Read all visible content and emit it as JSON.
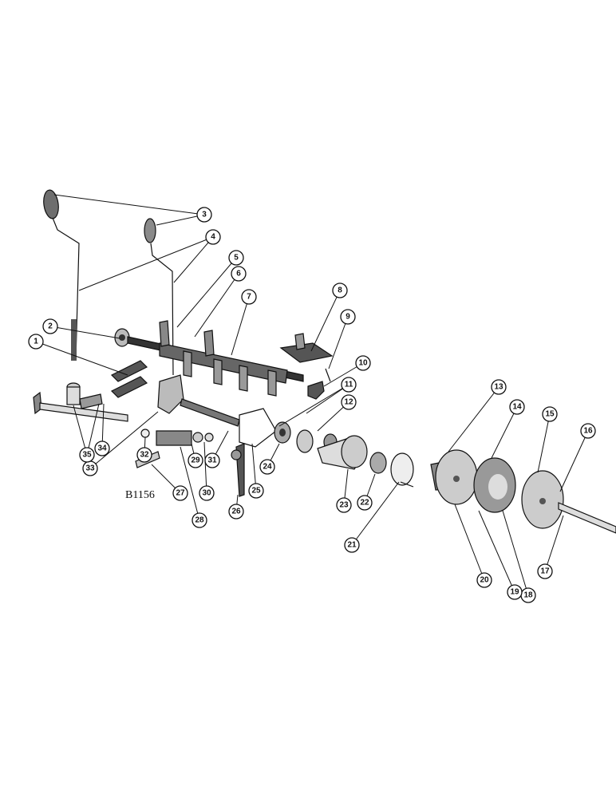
{
  "figure_code": "B1156",
  "callouts": [
    {
      "id": "1"
    },
    {
      "id": "2"
    },
    {
      "id": "3"
    },
    {
      "id": "4"
    },
    {
      "id": "5"
    },
    {
      "id": "6"
    },
    {
      "id": "7"
    },
    {
      "id": "8"
    },
    {
      "id": "9"
    },
    {
      "id": "10"
    },
    {
      "id": "11"
    },
    {
      "id": "12"
    },
    {
      "id": "13"
    },
    {
      "id": "14"
    },
    {
      "id": "15"
    },
    {
      "id": "16"
    },
    {
      "id": "17"
    },
    {
      "id": "18"
    },
    {
      "id": "19"
    },
    {
      "id": "20"
    },
    {
      "id": "21"
    },
    {
      "id": "22"
    },
    {
      "id": "23"
    },
    {
      "id": "24"
    },
    {
      "id": "25"
    },
    {
      "id": "26"
    },
    {
      "id": "27"
    },
    {
      "id": "28"
    },
    {
      "id": "29"
    },
    {
      "id": "30"
    },
    {
      "id": "31"
    },
    {
      "id": "32"
    },
    {
      "id": "33"
    },
    {
      "id": "34"
    },
    {
      "id": "35"
    }
  ]
}
